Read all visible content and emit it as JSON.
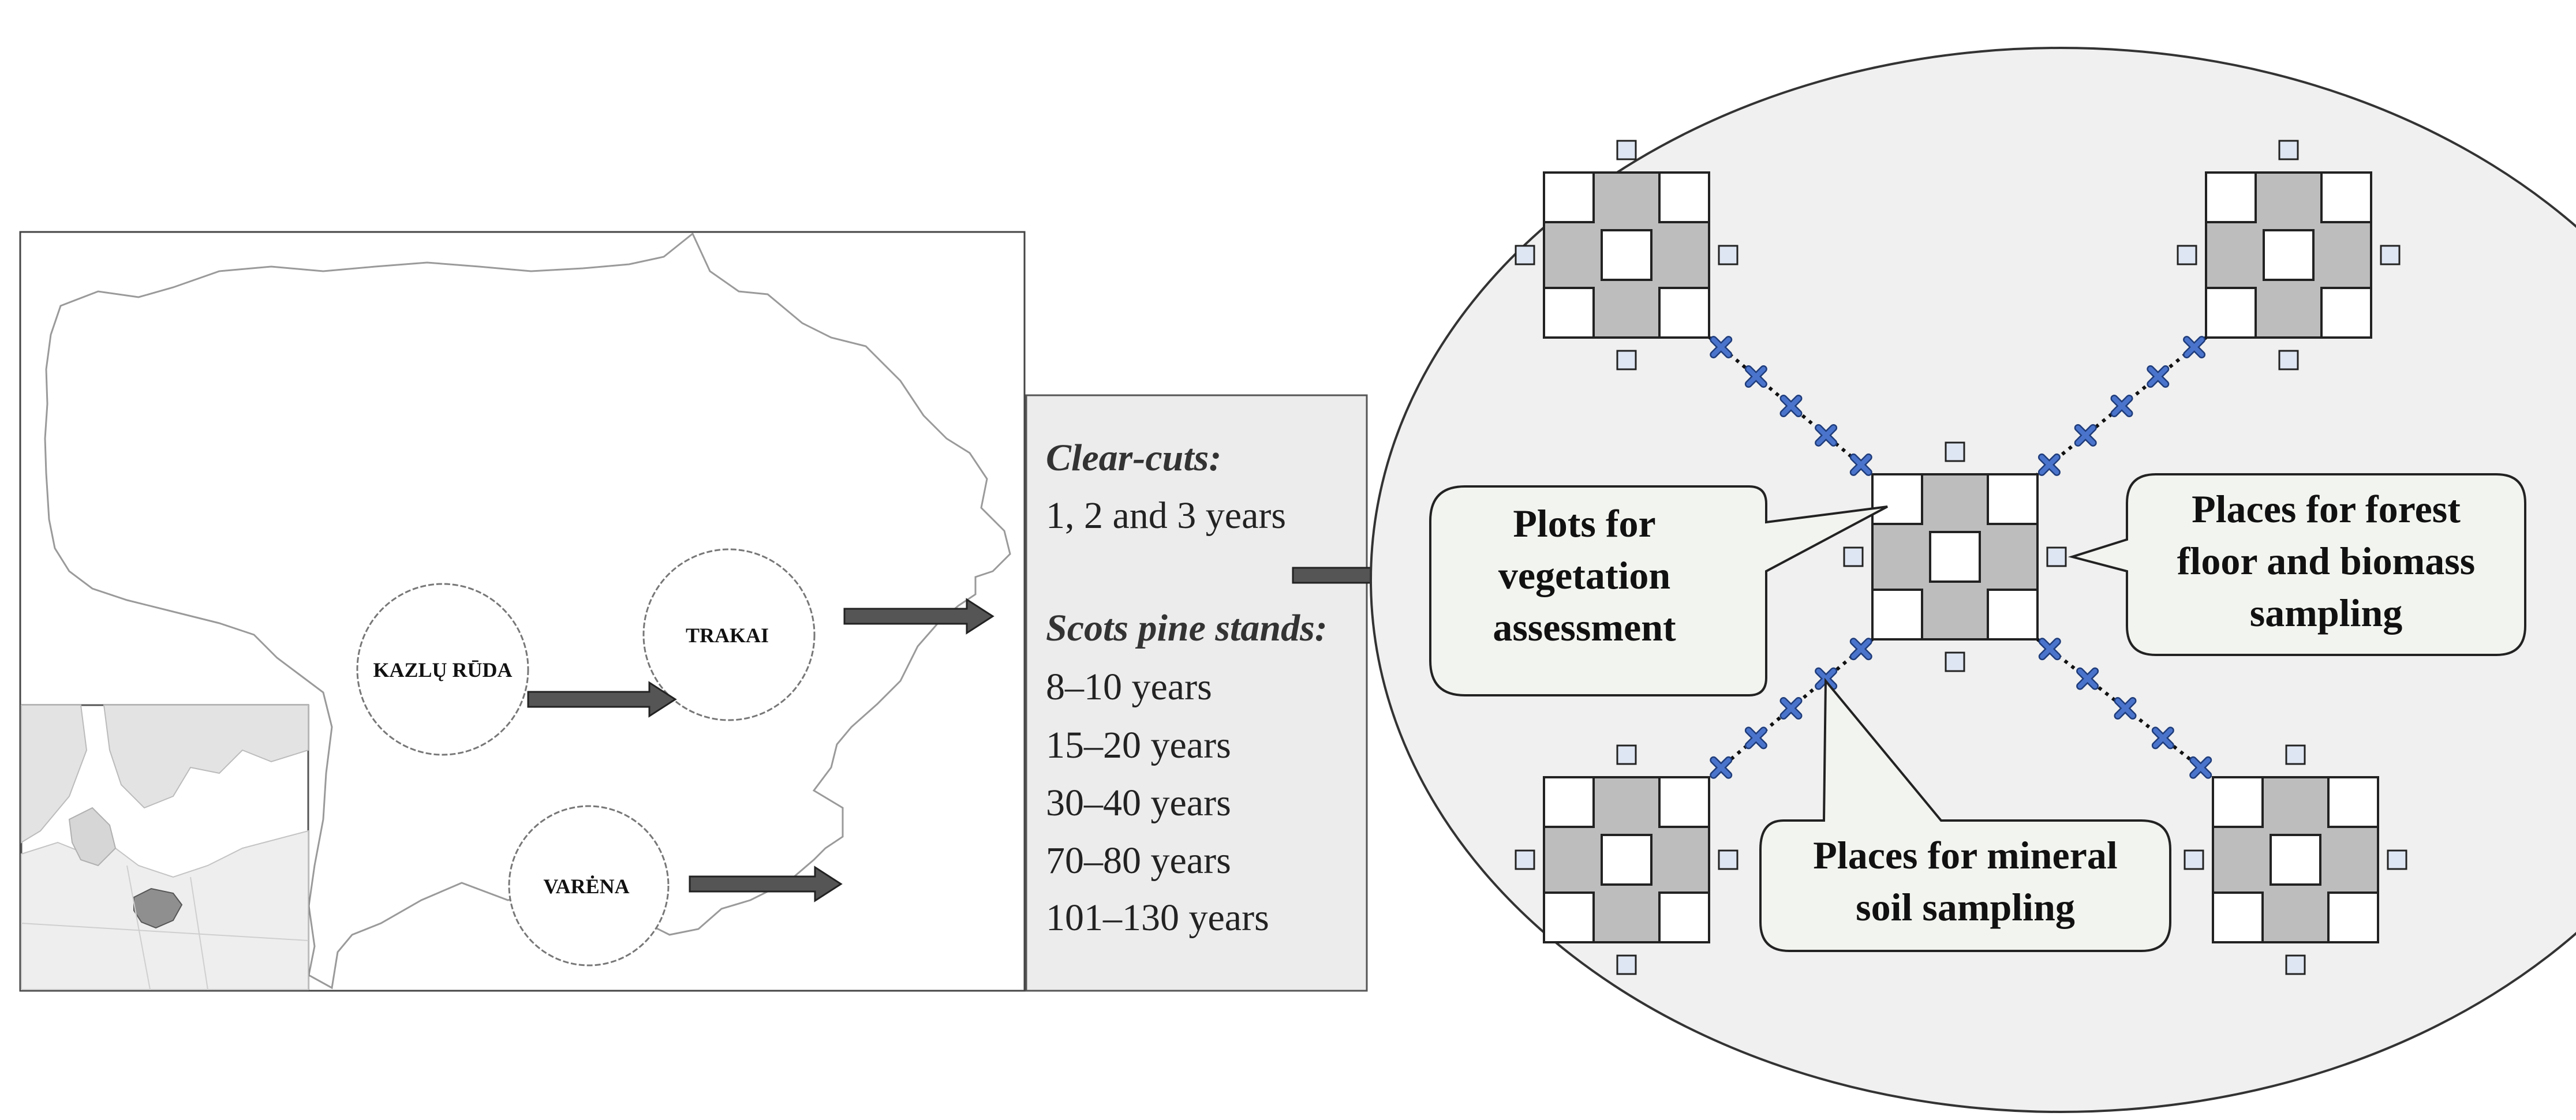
{
  "map": {
    "cities": [
      {
        "id": "kazlu-ruda",
        "label": "KAZLŲ RŪDA"
      },
      {
        "id": "trakai",
        "label": "TRAKAI"
      },
      {
        "id": "varena",
        "label": "VARĖNA"
      }
    ]
  },
  "legend": {
    "clearcuts_heading": "Clear-cuts:",
    "clearcuts_years": "1, 2 and 3 years",
    "stands_heading": "Scots pine stands:",
    "stands": [
      "8–10 years",
      "15–20 years",
      "30–40 years",
      "70–80 years",
      "101–130 years"
    ]
  },
  "callouts": {
    "vegetation": [
      "Plots for",
      "vegetation",
      "assessment"
    ],
    "forest_floor": [
      "Places for forest",
      "floor and biomass",
      "sampling"
    ],
    "mineral_soil": [
      "Places for mineral",
      "soil sampling"
    ]
  },
  "colors": {
    "plot_gray": "#bdbdbd",
    "circle_fill": "#f0f0f0",
    "callout_fill": "#f2f4ef",
    "marker_fill": "#dfe6f3",
    "cross_color": "#3a5fb0",
    "legend_fill": "#ececec",
    "arrow_fill": "#555555",
    "europe_gray": "#dddddd",
    "lithuania_dark": "#8f8f8f"
  }
}
